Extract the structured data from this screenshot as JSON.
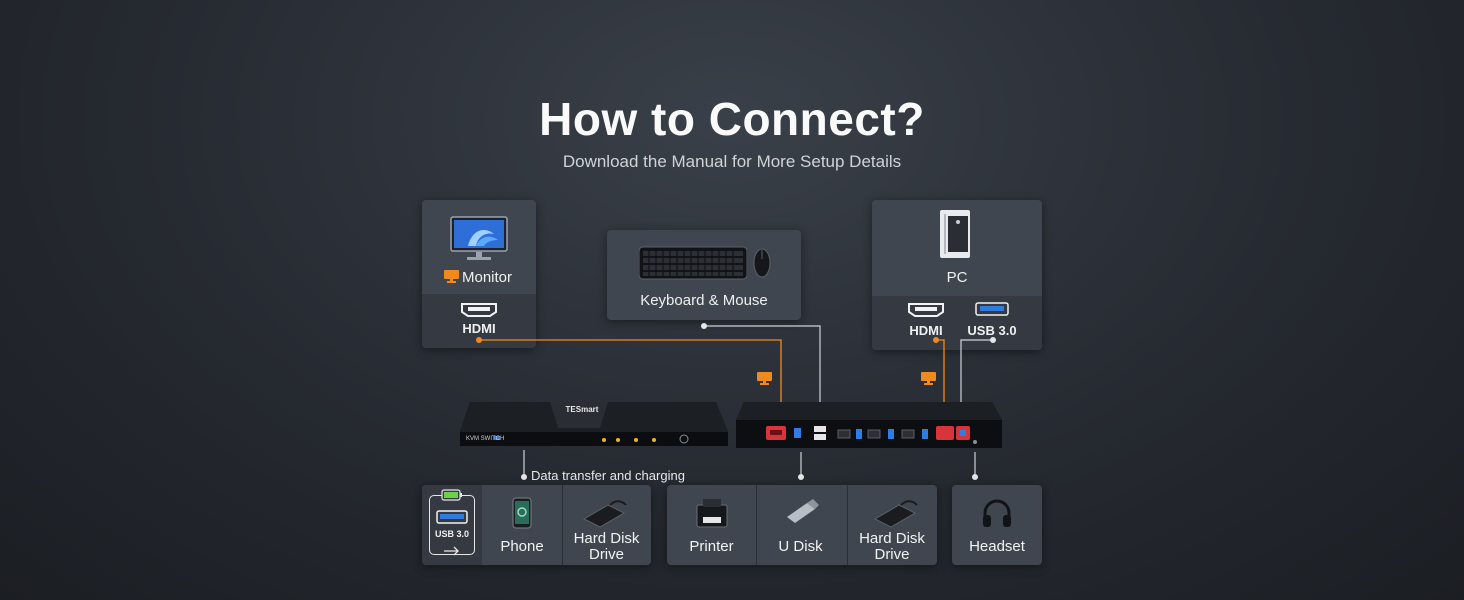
{
  "header": {
    "title": "How to Connect?",
    "subtitle": "Download the Manual for More Setup Details"
  },
  "monitor_card": {
    "label": "Monitor",
    "port_label": "HDMI"
  },
  "keyboard_card": {
    "label": "Keyboard & Mouse"
  },
  "pc_card": {
    "label": "PC",
    "hdmi_label": "HDMI",
    "usb_label": "USB 3.0"
  },
  "kvm_front": {
    "brand": "TESmart",
    "badge": "KVM SWITCH"
  },
  "annotation": {
    "data_transfer": "Data transfer and charging"
  },
  "bottom_left": {
    "usb_label": "USB 3.0",
    "items": [
      "Phone",
      "Hard Disk Drive"
    ]
  },
  "bottom_mid": {
    "items": [
      "Printer",
      "U Disk",
      "Hard Disk Drive"
    ]
  },
  "bottom_right": {
    "items": [
      "Headset"
    ]
  },
  "colors": {
    "accent_orange": "#f08a1c",
    "port_red": "#d8343a",
    "usb_blue": "#2f7de0",
    "card_bg": "#40464f"
  }
}
